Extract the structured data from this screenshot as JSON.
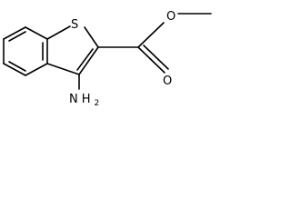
{
  "molecule": {
    "atoms": {
      "sulfur": "S",
      "carbonyl_oxygen": "O",
      "ester_oxygen": "O",
      "amino_nitrogen": "N",
      "amino_h": "H",
      "amino_h_count": "2"
    }
  },
  "colors": {
    "bond": "#000000",
    "label": "#000000",
    "background": "#ffffff"
  }
}
